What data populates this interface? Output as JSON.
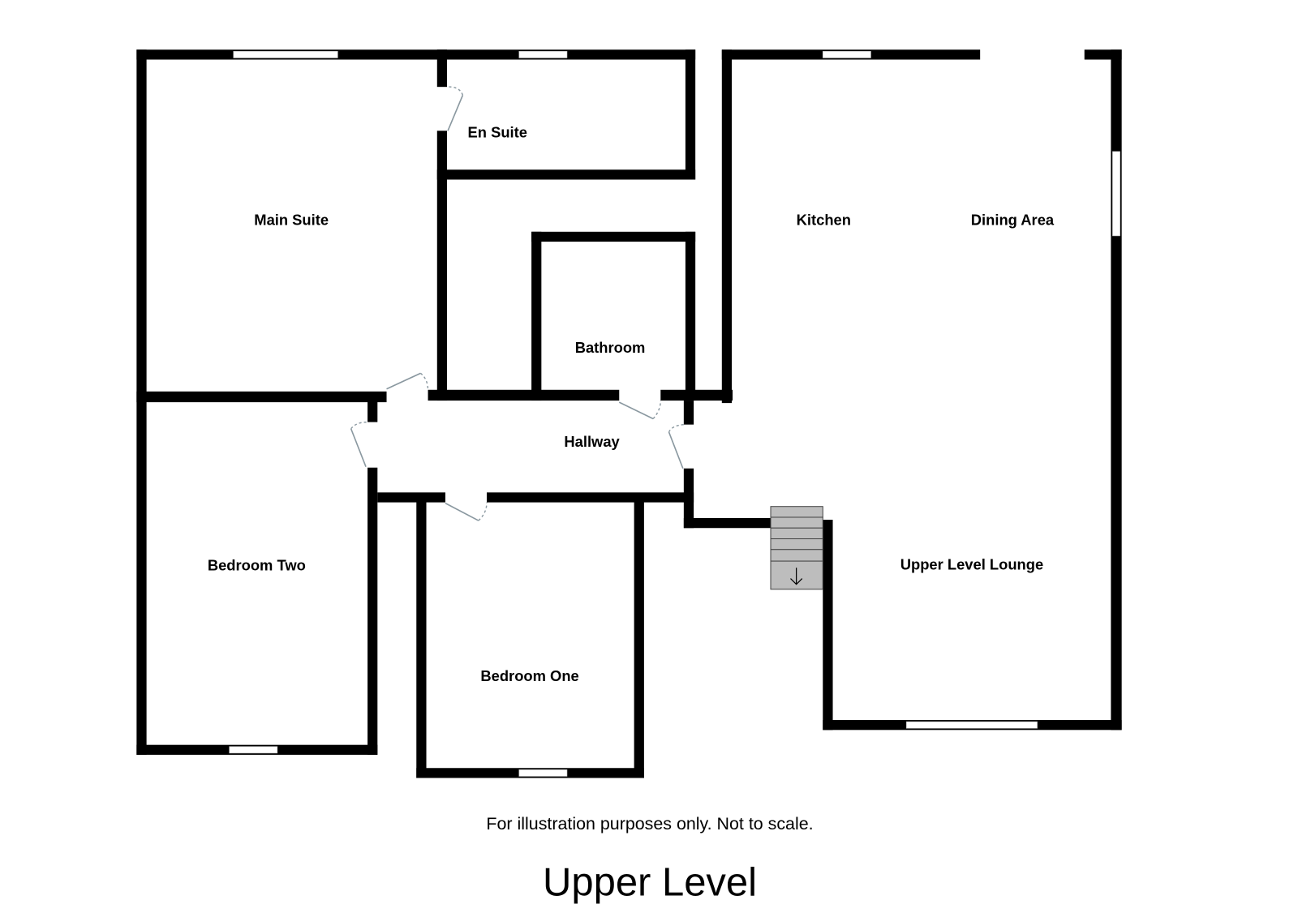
{
  "floor_title": "Upper Level",
  "disclaimer": "For illustration purposes only. Not to scale.",
  "rooms": {
    "main_suite": "Main Suite",
    "en_suite": "En Suite",
    "bathroom": "Bathroom",
    "kitchen": "Kitchen",
    "dining_area": "Dining Area",
    "hallway": "Hallway",
    "bedroom_two": "Bedroom Two",
    "bedroom_one": "Bedroom One",
    "upper_level_lounge": "Upper Level Lounge"
  },
  "stairs": {
    "direction": "down",
    "icon": "arrow-down-icon"
  }
}
